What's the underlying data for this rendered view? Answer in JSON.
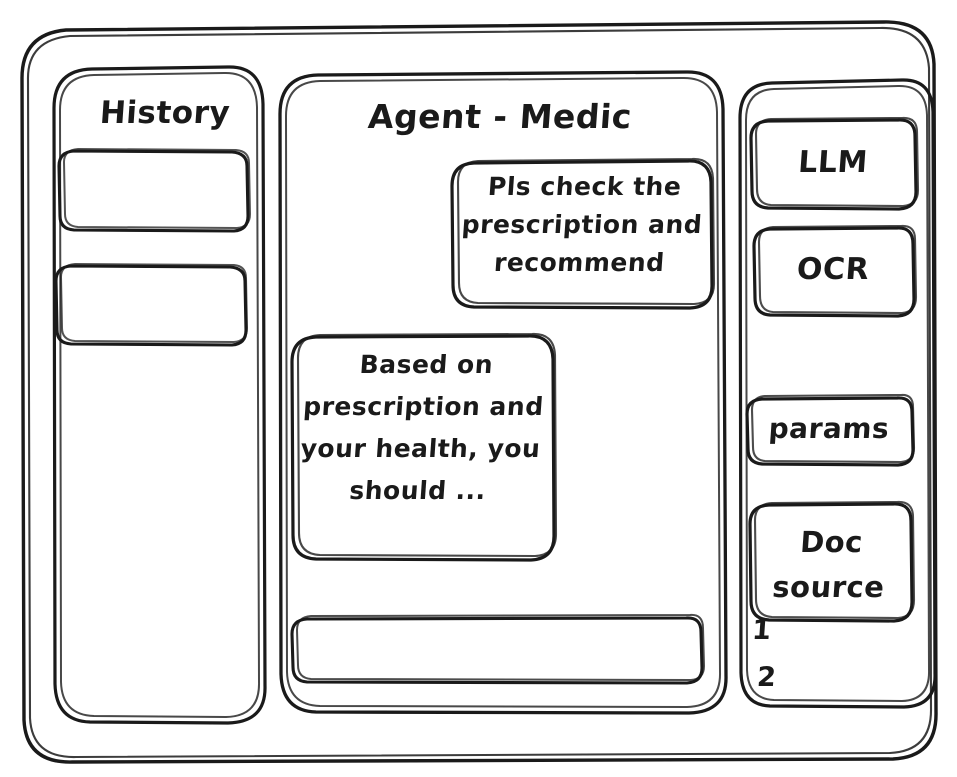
{
  "window": {
    "name": "agent-medic-wireframe",
    "style": "hand-drawn-wireframe",
    "background_color": "#ffffff",
    "stroke_color": "#1a1a1a"
  },
  "sidebar_left": {
    "title": "History",
    "items": [
      {
        "label": "",
        "name": "history-item-1"
      },
      {
        "label": "",
        "name": "history-item-2"
      }
    ]
  },
  "main": {
    "title": "Agent - Medic",
    "messages": [
      {
        "role": "user",
        "text": "Pls check the prescription and recommend",
        "align": "right"
      },
      {
        "role": "assistant",
        "text": "Based on prescription and your health, you should ...",
        "align": "left"
      }
    ],
    "composer": {
      "value": "",
      "placeholder": ""
    }
  },
  "sidebar_right": {
    "tools": [
      {
        "label": "LLM",
        "name": "tool-llm"
      },
      {
        "label": "OCR",
        "name": "tool-ocr"
      },
      {
        "label": "params",
        "name": "tool-params"
      },
      {
        "label": "Doc\nsource",
        "name": "tool-doc-source"
      }
    ],
    "doc_list": [
      {
        "label": "1"
      },
      {
        "label": "2"
      }
    ]
  }
}
